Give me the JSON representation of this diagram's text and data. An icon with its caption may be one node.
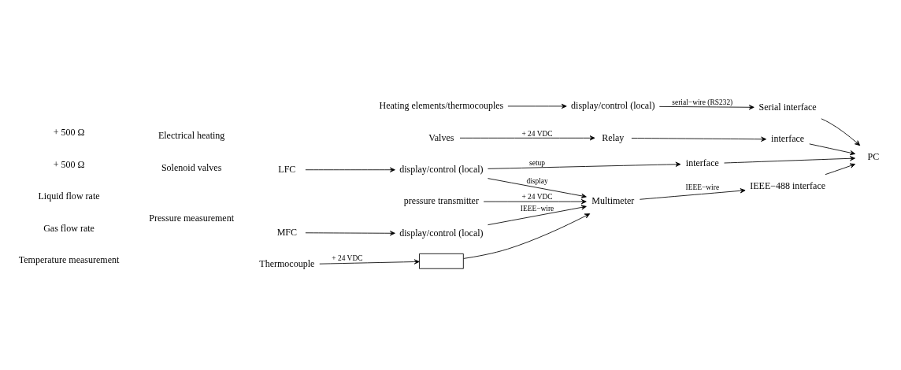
{
  "diagram": {
    "nodes": [
      {
        "text": [
          "Thermocouple"
        ]
      },
      {
        "text": [],
        "shape": "box"
      },
      {
        "text": [
          "Multimeter"
        ]
      },
      {
        "text": [
          "IEEE−488 interface"
        ]
      },
      {
        "text": [
          "PC"
        ]
      },
      {
        "text": [
          "pressure transmitter"
        ]
      },
      {
        "text": [
          "LFC"
        ]
      },
      {
        "text": [
          "display/control (local)"
        ]
      },
      {
        "text": [
          "interface"
        ]
      },
      {
        "text": [
          "MFC"
        ]
      },
      {
        "text": [
          "display/control (local)"
        ]
      },
      {
        "text": [
          "Heating elements/thermocouples"
        ]
      },
      {
        "text": [
          "display/control (local)"
        ]
      },
      {
        "text": [
          "Serial interface"
        ]
      },
      {
        "text": [
          "Valves"
        ]
      },
      {
        "text": [
          "Relay"
        ]
      },
      {
        "text": [
          "interface"
        ]
      }
    ],
    "edges": [
      {
        "from": 0,
        "to": 1,
        "arrow": "to",
        "label": "+ 24 VDC"
      },
      {
        "from": 1,
        "to": 2,
        "arrow": "to"
      },
      {
        "from": 2,
        "to": 3,
        "arrow": "to",
        "label": "IEEE−wire"
      },
      {
        "from": 3,
        "to": 4,
        "arrow": "to"
      },
      {
        "from": 5,
        "to": 2,
        "arrow": "to",
        "label": "+ 24 VDC"
      },
      {
        "from": 6,
        "to": 7,
        "arrow": "to"
      },
      {
        "from": 7,
        "to": 8,
        "arrow": "to",
        "label": "setup"
      },
      {
        "from": 7,
        "to": 2,
        "arrow": "to",
        "label": "display"
      },
      {
        "from": 9,
        "to": 10,
        "arrow": "to"
      },
      {
        "from": 10,
        "to": 2,
        "arrow": "to",
        "label": "IEEE−wire"
      },
      {
        "from": 11,
        "to": 12,
        "arrow": "to"
      },
      {
        "from": 12,
        "to": 13,
        "arrow": "to",
        "label": "serial−wire (RS232)"
      },
      {
        "from": 14,
        "to": 15,
        "arrow": "to",
        "label": "+ 24 VDC"
      },
      {
        "from": 15,
        "to": 16,
        "arrow": "to"
      },
      {
        "from": 8,
        "to": 4,
        "arrow": "to"
      },
      {
        "from": 13,
        "to": 4,
        "arrow": "to"
      },
      {
        "from": 16,
        "to": 4,
        "arrow": "to"
      }
    ],
    "labels": [
      "Temperature measurement",
      "+ 500 Ω",
      "Pressure measurement",
      "Liquid flow rate",
      "+ 500 Ω",
      "Gas flow rate",
      "Electrical heating",
      "Solenoid valves"
    ]
  }
}
